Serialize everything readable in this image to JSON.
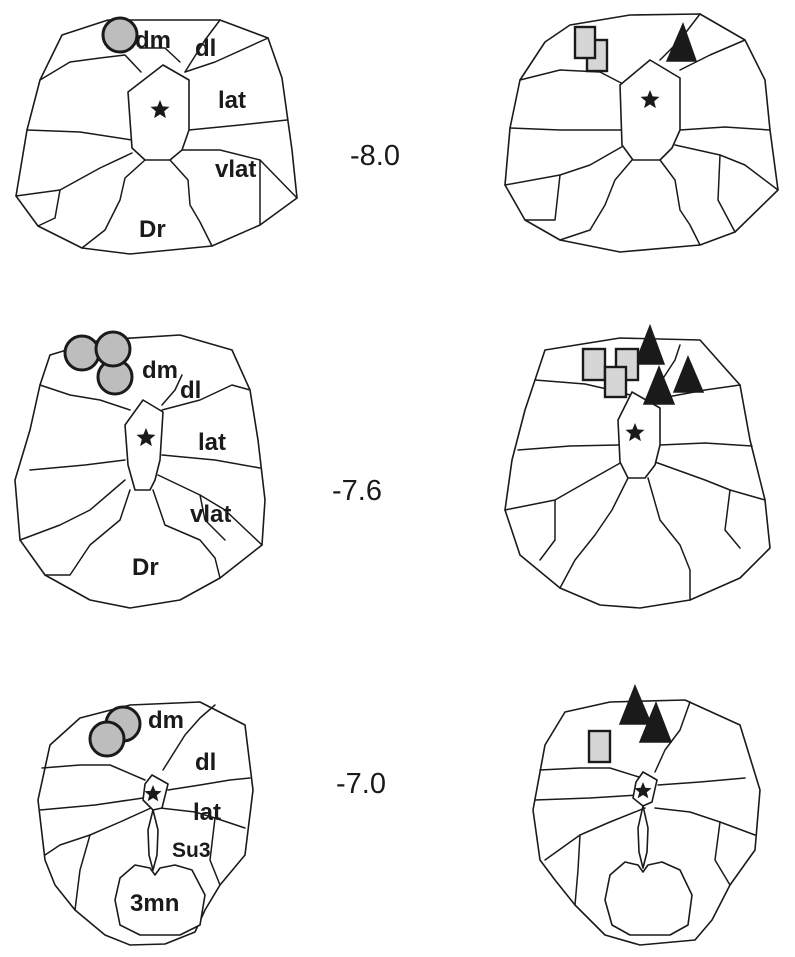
{
  "colors": {
    "circle_fill": "#bdbdbd",
    "square_fill": "#d6d6d6",
    "triangle_fill": "#1a1a1a",
    "outline": "#1a1a1a"
  },
  "marker_types": {
    "circle": "gray circle",
    "square": "light gray square",
    "triangle": "black triangle"
  },
  "levels": [
    {
      "label": "-8.0",
      "left_regions": [
        "dm",
        "dl",
        "lat",
        "vlat",
        "Dr"
      ],
      "left_markers": {
        "circles": 1
      },
      "right_markers": {
        "squares": 2,
        "triangles": 1
      }
    },
    {
      "label": "-7.6",
      "left_regions": [
        "dm",
        "dl",
        "lat",
        "vlat",
        "Dr"
      ],
      "left_markers": {
        "circles": 3
      },
      "right_markers": {
        "squares": 3,
        "triangles": 3
      }
    },
    {
      "label": "-7.0",
      "left_regions": [
        "dm",
        "dl",
        "lat",
        "Su3",
        "3mn"
      ],
      "left_markers": {
        "circles": 2
      },
      "right_markers": {
        "squares": 1,
        "triangles": 2
      }
    }
  ]
}
